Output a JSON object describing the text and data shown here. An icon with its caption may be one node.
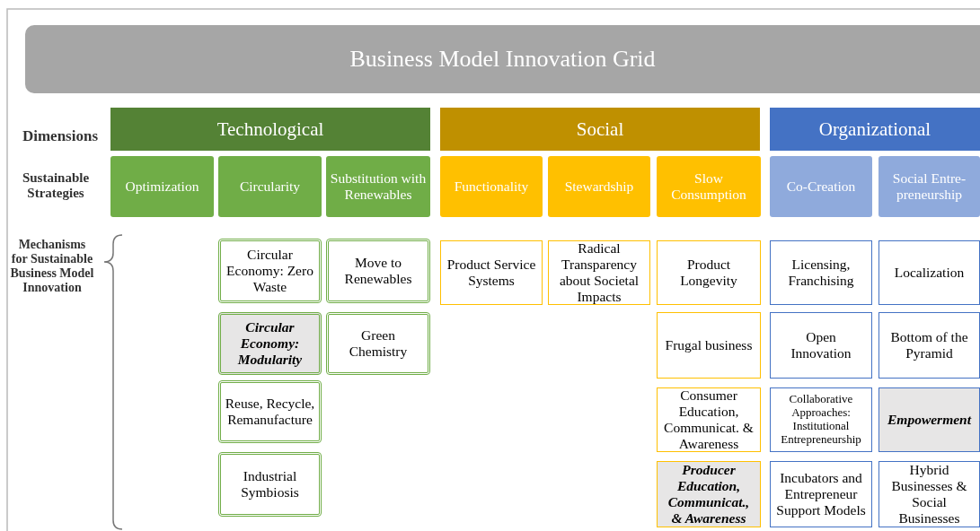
{
  "diagram": {
    "title": "Business Model Innovation Grid",
    "nodes": [
      {
        "text": [
          "Technological"
        ]
      },
      {
        "text": [
          "Social"
        ]
      },
      {
        "text": [
          "Organizational"
        ]
      },
      {
        "text": [
          "Optimization"
        ]
      },
      {
        "text": [
          "Circularity"
        ]
      },
      {
        "text": [
          "Substitution with Renewables"
        ]
      },
      {
        "text": [
          "Functionality"
        ]
      },
      {
        "text": [
          "Stewardship"
        ]
      },
      {
        "text": [
          "Slow Consumption"
        ]
      },
      {
        "text": [
          "Co-Creation"
        ]
      },
      {
        "text": [
          "Social Entre-preneurship"
        ]
      },
      {
        "text": [
          "Circular Economy: Zero Waste"
        ]
      },
      {
        "text": [
          "Move to Renewables"
        ]
      },
      {
        "text": [
          "Product Service Systems"
        ]
      },
      {
        "text": [
          "Radical Transparency about Societal Impacts"
        ]
      },
      {
        "text": [
          "Product Longevity"
        ]
      },
      {
        "text": [
          "Licensing, Franchising"
        ]
      },
      {
        "text": [
          "Localization"
        ]
      },
      {
        "text": [
          "Circular Economy: Modularity"
        ]
      },
      {
        "text": [
          "Green Chemistry"
        ]
      },
      {
        "text": [
          "Frugal business"
        ]
      },
      {
        "text": [
          "Open Innovation"
        ]
      },
      {
        "text": [
          "Bottom of the Pyramid"
        ]
      },
      {
        "text": [
          "Reuse, Recycle, Remanufacture"
        ]
      },
      {
        "text": [
          "Consumer Education, Communicat. & Awareness"
        ]
      },
      {
        "text": [
          "Collaborative Approaches: Institutional Entrepreneurship"
        ]
      },
      {
        "text": [
          "Empowerment"
        ]
      },
      {
        "text": [
          "Industrial Symbiosis"
        ]
      },
      {
        "text": [
          "Producer Education, Communicat., & Awareness"
        ]
      },
      {
        "text": [
          "Incubators and Entrepreneur Support Models"
        ]
      },
      {
        "text": [
          "Hybrid Businesses & Social Businesses"
        ]
      }
    ],
    "edges": [],
    "labels": [
      "Dimensions",
      "Sustainable Strategies",
      "Mechanisms for Sustainable Business Model Innovation"
    ]
  }
}
